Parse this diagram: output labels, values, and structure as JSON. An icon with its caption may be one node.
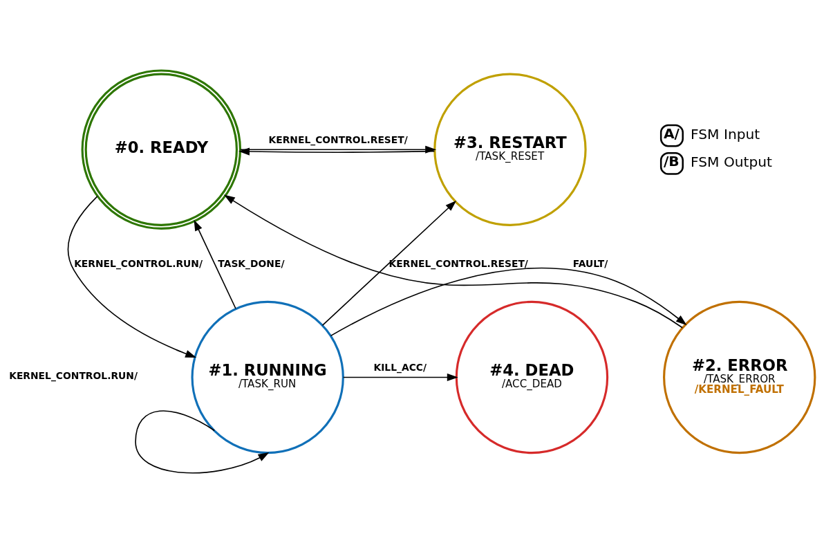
{
  "diagram": {
    "nodes": [
      {
        "text": [
          "#0. READY"
        ]
      },
      {
        "text": [
          "#3. RESTART",
          "/TASK_RESET"
        ]
      },
      {
        "text": [
          "#4. DEAD",
          "/ACC_DEAD"
        ]
      },
      {
        "text": [
          "#1. RUNNING",
          "/TASK_RUN"
        ]
      },
      {
        "text": [
          "#2. ERROR",
          "/TASK_ERROR",
          "/KERNEL_FAULT"
        ]
      }
    ],
    "edges": [
      {
        "from": 4,
        "to": 0,
        "arrow": "to"
      },
      {
        "from": 0,
        "to": 1,
        "arrow": "to",
        "label": "KERNEL_CONTROL.RESET/"
      },
      {
        "from": 1,
        "to": 0,
        "arrow": "to"
      },
      {
        "from": 3,
        "to": 0,
        "arrow": "to",
        "label": "TASK_DONE/"
      },
      {
        "from": 0,
        "to": 3,
        "arrow": "to",
        "label": "KERNEL_CONTROL.RUN/"
      },
      {
        "from": 3,
        "to": 1,
        "arrow": "to",
        "label": "KERNEL_CONTROL.RESET/"
      },
      {
        "from": 3,
        "to": 2,
        "arrow": "to",
        "label": "KILL_ACC/"
      },
      {
        "from": 3,
        "to": 4,
        "arrow": "to",
        "label": "FAULT/"
      },
      {
        "from": 3,
        "to": 3,
        "arrow": "to",
        "label": "KERNEL_CONTROL.RUN/"
      }
    ],
    "labels": [
      "A/",
      "/B"
    ],
    "legend": [
      {
        "text": "FSM Input"
      },
      {
        "text": "FSM Output"
      }
    ]
  }
}
